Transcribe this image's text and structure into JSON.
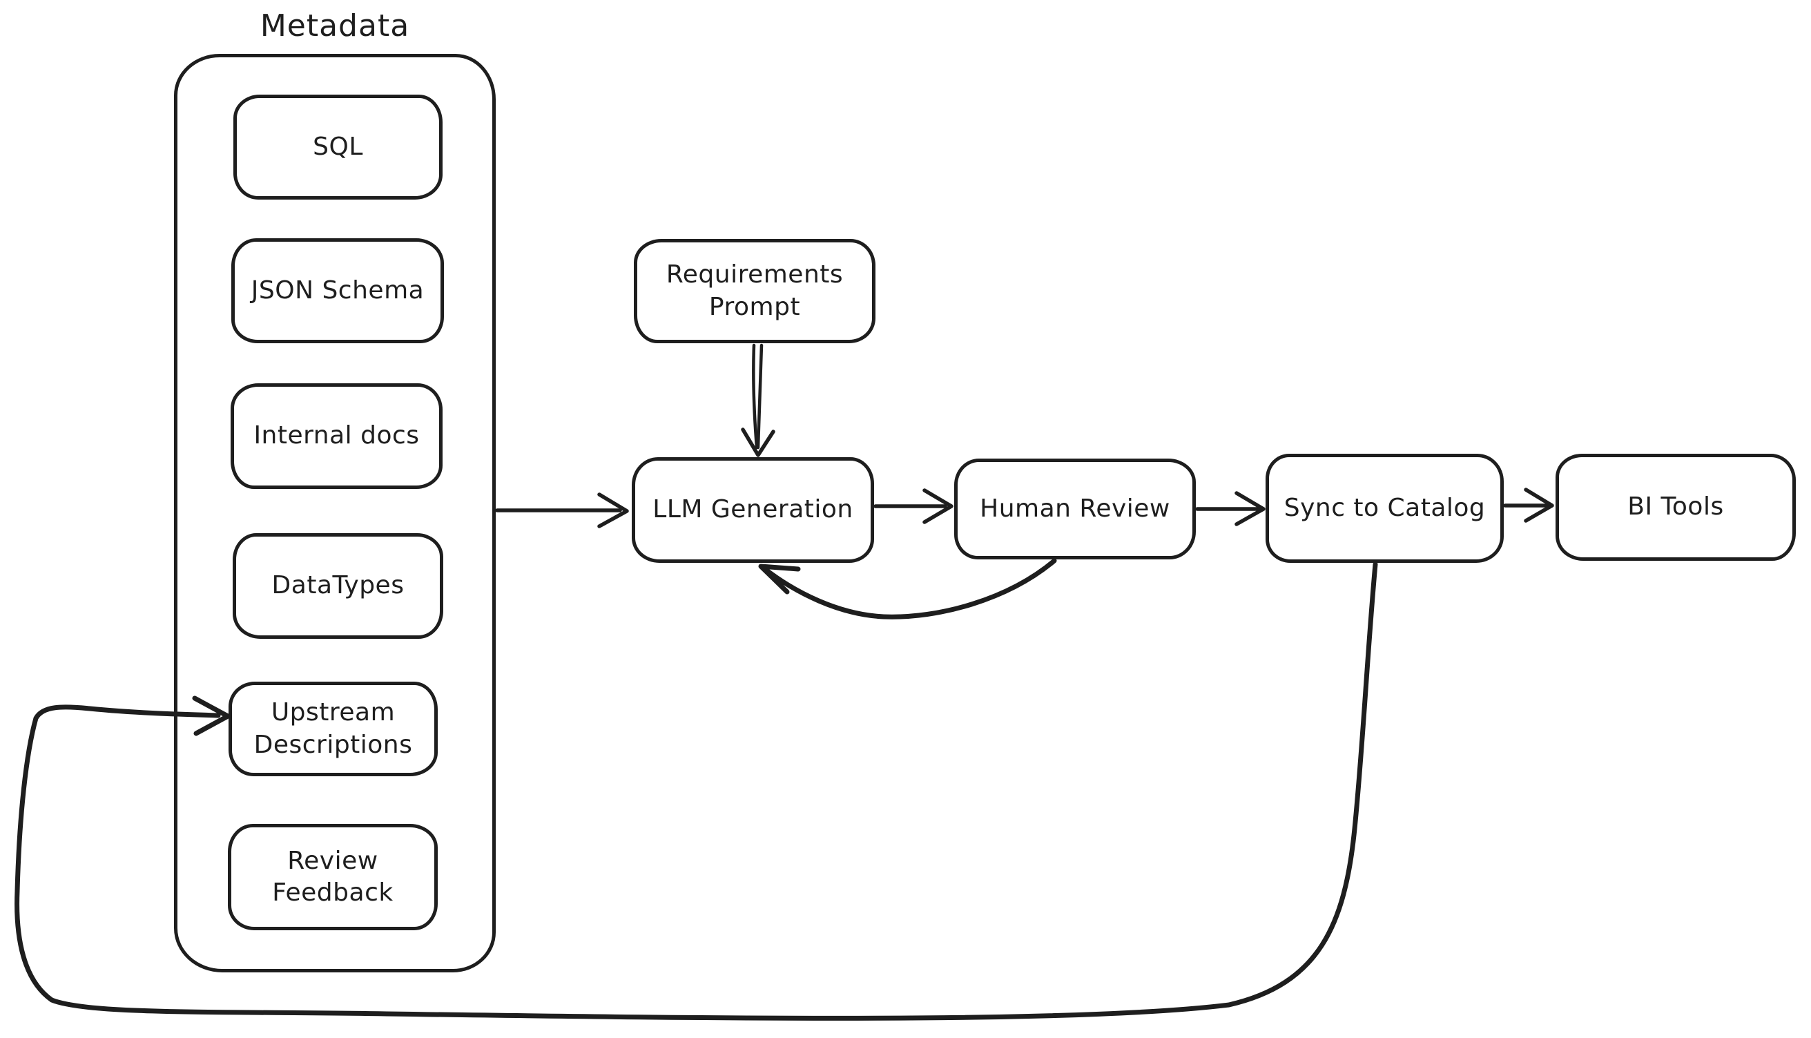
{
  "diagram": {
    "colors": {
      "stroke": "#1e1e1e",
      "background": "#ffffff"
    },
    "group": {
      "title": "Metadata"
    },
    "nodes": {
      "sql": {
        "label": "SQL"
      },
      "json_schema": {
        "label": "JSON Schema"
      },
      "internal_docs": {
        "label": "Internal docs"
      },
      "datatypes": {
        "label": "DataTypes"
      },
      "upstream_descriptions": {
        "label": "Upstream\nDescriptions"
      },
      "review_feedback": {
        "label": "Review\nFeedback"
      },
      "requirements_prompt": {
        "label": "Requirements\nPrompt"
      },
      "llm_generation": {
        "label": "LLM Generation"
      },
      "human_review": {
        "label": "Human Review"
      },
      "sync_to_catalog": {
        "label": "Sync to Catalog"
      },
      "bi_tools": {
        "label": "BI Tools"
      }
    },
    "edges": [
      {
        "from": "Metadata",
        "to": "LLM Generation"
      },
      {
        "from": "Requirements Prompt",
        "to": "LLM Generation"
      },
      {
        "from": "LLM Generation",
        "to": "Human Review"
      },
      {
        "from": "Human Review",
        "to": "LLM Generation"
      },
      {
        "from": "Human Review",
        "to": "Sync to Catalog"
      },
      {
        "from": "Sync to Catalog",
        "to": "BI Tools"
      },
      {
        "from": "Sync to Catalog",
        "to": "Upstream Descriptions"
      }
    ]
  }
}
